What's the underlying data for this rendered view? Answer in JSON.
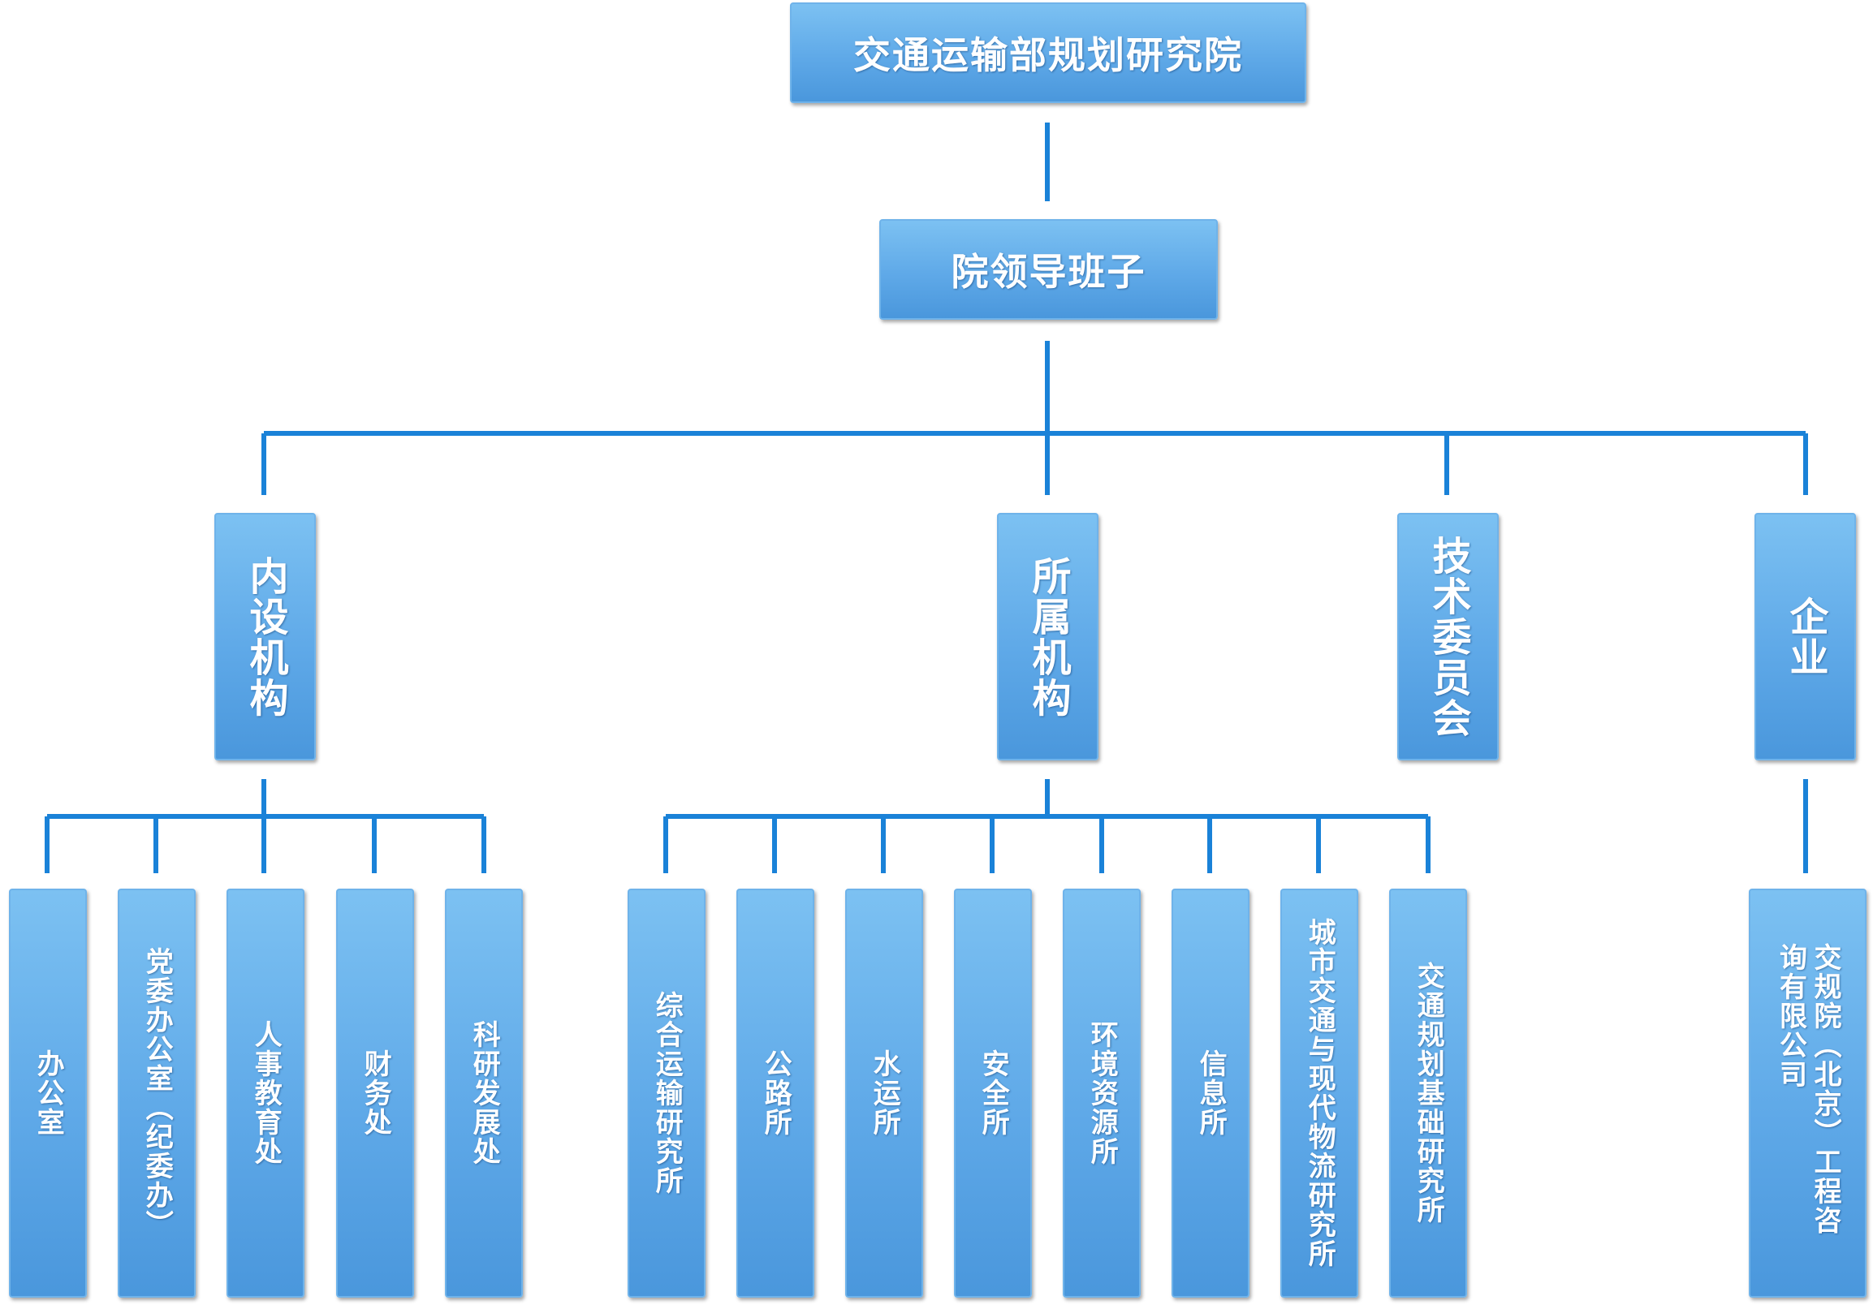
{
  "root": {
    "label": "交通运输部规划研究院"
  },
  "leadership": {
    "label": "院领导班子"
  },
  "categories": [
    {
      "label": "内设机构"
    },
    {
      "label": "所属机构"
    },
    {
      "label": "技术委员会"
    },
    {
      "label": "企业"
    }
  ],
  "internal_units": [
    {
      "label": "办公室"
    },
    {
      "label": "党委办公室（纪委办）"
    },
    {
      "label": "人事教育处"
    },
    {
      "label": "财务处"
    },
    {
      "label": "科研发展处"
    }
  ],
  "affiliated_units": [
    {
      "label": "综合运输研究所"
    },
    {
      "label": "公路所"
    },
    {
      "label": "水运所"
    },
    {
      "label": "安全所"
    },
    {
      "label": "环境资源所"
    },
    {
      "label": "信息所"
    },
    {
      "label": "城市交通与现代物流研究所"
    },
    {
      "label": "交通规划基础研究所"
    }
  ],
  "enterprise_units": [
    {
      "label": "交规院（北京）工程咨询有限公司"
    }
  ],
  "colors": {
    "connector": "#1a82d8",
    "box_top": "#7cc1f2",
    "box_bottom": "#4a97dc",
    "text": "#ffffff"
  }
}
